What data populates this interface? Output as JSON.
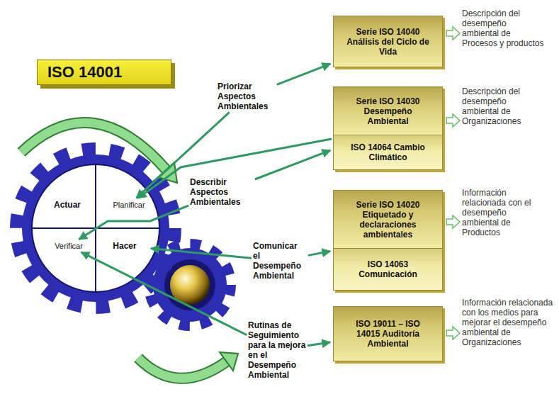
{
  "diagram": {
    "title": "ISO 14001",
    "nodes": [
      {
        "text": [
          "Actuar"
        ]
      },
      {
        "text": [
          "Planificar"
        ]
      },
      {
        "text": [
          "Verificar"
        ]
      },
      {
        "text": [
          "Hacer"
        ]
      },
      {
        "text": [
          "Priorizar Aspectos Ambientales"
        ]
      },
      {
        "text": [
          "Describir Aspectos Ambientales"
        ]
      },
      {
        "text": [
          "Comunicar el Desempeño Ambiental"
        ]
      },
      {
        "text": [
          "Rutinas de Seguimiento para la mejora en el Desempeño Ambiental"
        ]
      },
      {
        "text": [
          "Serie ISO 14040 Análisis del Ciclo de Vida"
        ]
      },
      {
        "text": [
          "Serie ISO 14030 Desempeño Ambiental",
          "ISO 14064 Cambio Climático"
        ]
      },
      {
        "text": [
          "Serie ISO 14020 Etiquetado y declaraciones ambientales",
          "ISO 14063 Comunicación"
        ]
      },
      {
        "text": [
          "ISO 19011 – ISO 14015 Auditoría Ambiental"
        ]
      }
    ],
    "edges": [
      {
        "from": 4,
        "to": 8,
        "arrow": "to"
      },
      {
        "from": 4,
        "to": 1,
        "arrow": "to"
      },
      {
        "from": 5,
        "to": 9,
        "arrow": "to"
      },
      {
        "from": 9,
        "to": 1,
        "arrow": "to"
      },
      {
        "from": 5,
        "to": 2,
        "arrow": "to"
      },
      {
        "from": 6,
        "to": 10,
        "arrow": "to"
      },
      {
        "from": 6,
        "to": 3,
        "arrow": "to"
      },
      {
        "from": 7,
        "to": 11,
        "arrow": "to"
      },
      {
        "from": 7,
        "to": 2,
        "arrow": "to"
      }
    ],
    "labels": [
      "Descripción del desempeño ambiental de Procesos y productos",
      "Descripción del desempeño ambiental de Organizaciones",
      "Información relacionada con el desempeño ambiental de Productos",
      "Información relacionada con los medios para mejorar el desempeño ambiental de Organizaciones"
    ]
  }
}
